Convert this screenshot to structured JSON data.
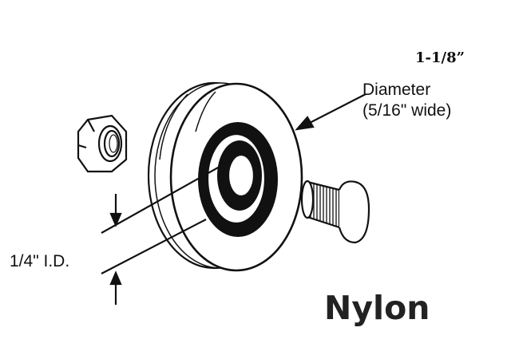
{
  "labels": {
    "outer_size": "1-1/8”",
    "diameter": "Diameter",
    "width": "(5/16\" wide)",
    "inner_diameter": "1/4\" I.D.",
    "material": "Nylon"
  },
  "parts": [
    "hex-nut",
    "roller-wheel",
    "axle-bolt"
  ]
}
